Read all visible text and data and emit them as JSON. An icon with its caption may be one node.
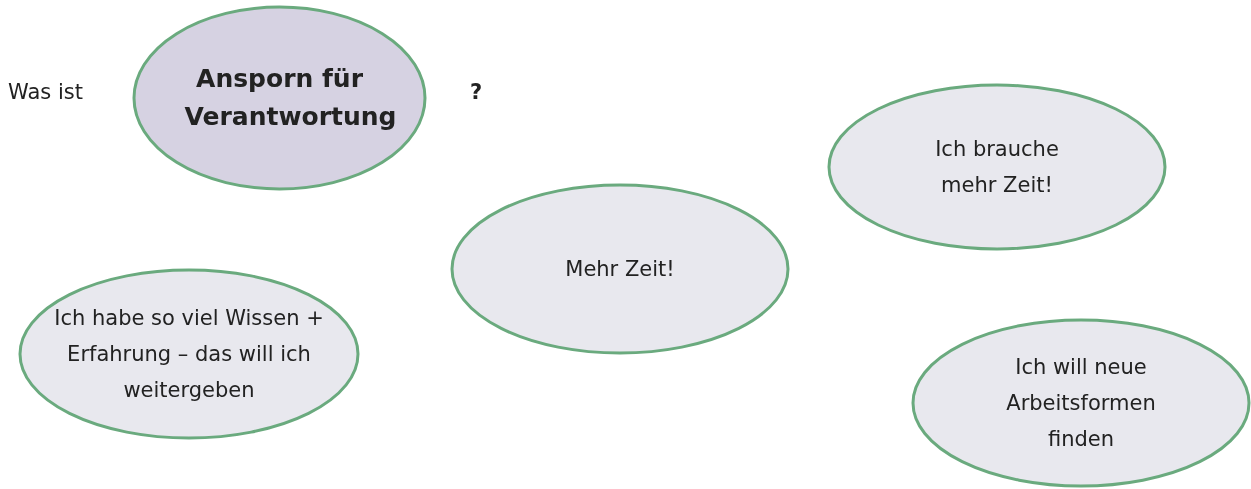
{
  "diagram": {
    "nodes": [
      {
        "text": [
          "Ansporn für Verantwortung"
        ]
      },
      {
        "text": [
          "Ich brauche mehr Zeit!"
        ]
      },
      {
        "text": [
          "Mehr Zeit!"
        ]
      },
      {
        "text": [
          "Ich habe so viel Wissen + Erfahrung – das will ich weitergeben"
        ]
      },
      {
        "text": [
          "Ich will neue Arbeitsformen finden"
        ]
      }
    ],
    "edges": [],
    "labels": [
      "Was ist",
      "?"
    ]
  }
}
